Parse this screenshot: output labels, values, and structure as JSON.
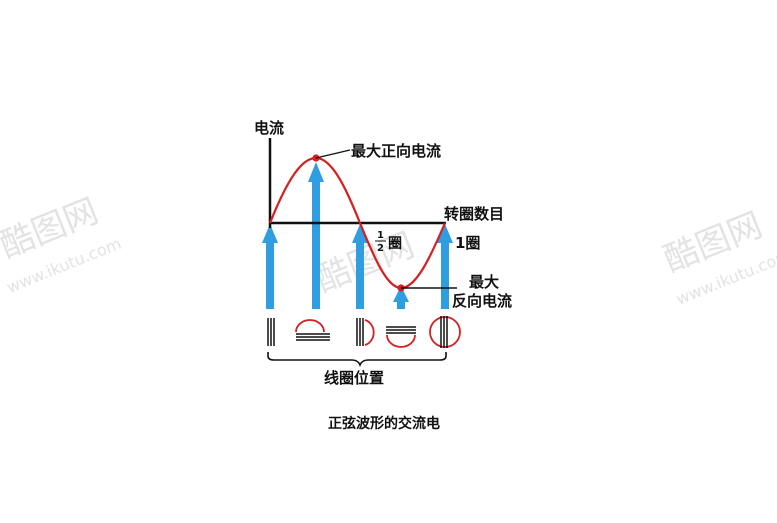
{
  "diagram": {
    "y_axis_label": "电流",
    "x_axis_label": "转圈数目",
    "max_forward_label": "最大正向电流",
    "max_reverse_label_line1": "最大",
    "max_reverse_label_line2": "反向电流",
    "half_turn_numerator": "1",
    "half_turn_denominator": "2",
    "half_turn_unit": "圈",
    "one_turn_label": "1圈",
    "coil_position_label": "线圈位置",
    "caption": "正弦波形的交流电"
  },
  "watermark": {
    "brand": "酷图网",
    "url": "www.ikutu.com"
  },
  "colors": {
    "sine_wave": "#d42020",
    "arrow": "#2e9ee0",
    "axis": "#111111",
    "coil": "#d42020",
    "watermark": "#e3e3e3"
  }
}
